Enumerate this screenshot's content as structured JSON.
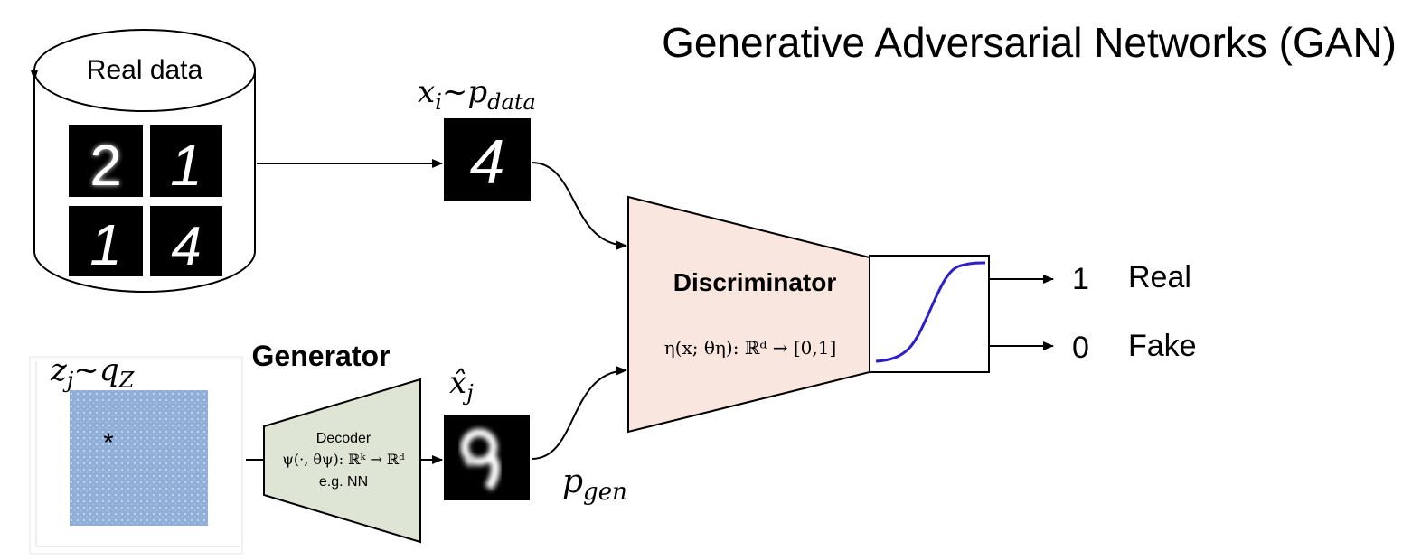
{
  "title": "Generative Adversarial Networks (GAN)",
  "real_data": {
    "label": "Real data",
    "digits": [
      "2",
      "1",
      "1",
      "4"
    ]
  },
  "real_sample": {
    "label_var": "x",
    "label_sub": "i",
    "label_tilde": "~",
    "label_dist": "p",
    "label_dist_sub": "data",
    "digit": "4"
  },
  "latent": {
    "label_var": "z",
    "label_sub": "j",
    "label_tilde": "~",
    "label_dist": "q",
    "label_dist_sub": "Z",
    "marker": "*"
  },
  "generator": {
    "title": "Generator",
    "line1": "Decoder",
    "formula": "ψ(·, θψ): ℝᵏ → ℝᵈ",
    "line3": "e.g. NN",
    "fill": "#dfe5d5"
  },
  "fake_sample": {
    "label_var": "x̂",
    "label_sub": "j",
    "dist_label": "p",
    "dist_sub": "gen"
  },
  "discriminator": {
    "title": "Discriminator",
    "formula": "η(x; θη): ℝᵈ → [0,1]",
    "fill": "#f9e6de",
    "curve_color": "#2b1fc9"
  },
  "outputs": [
    {
      "value": "1",
      "label": "Real"
    },
    {
      "value": "0",
      "label": "Fake"
    }
  ]
}
